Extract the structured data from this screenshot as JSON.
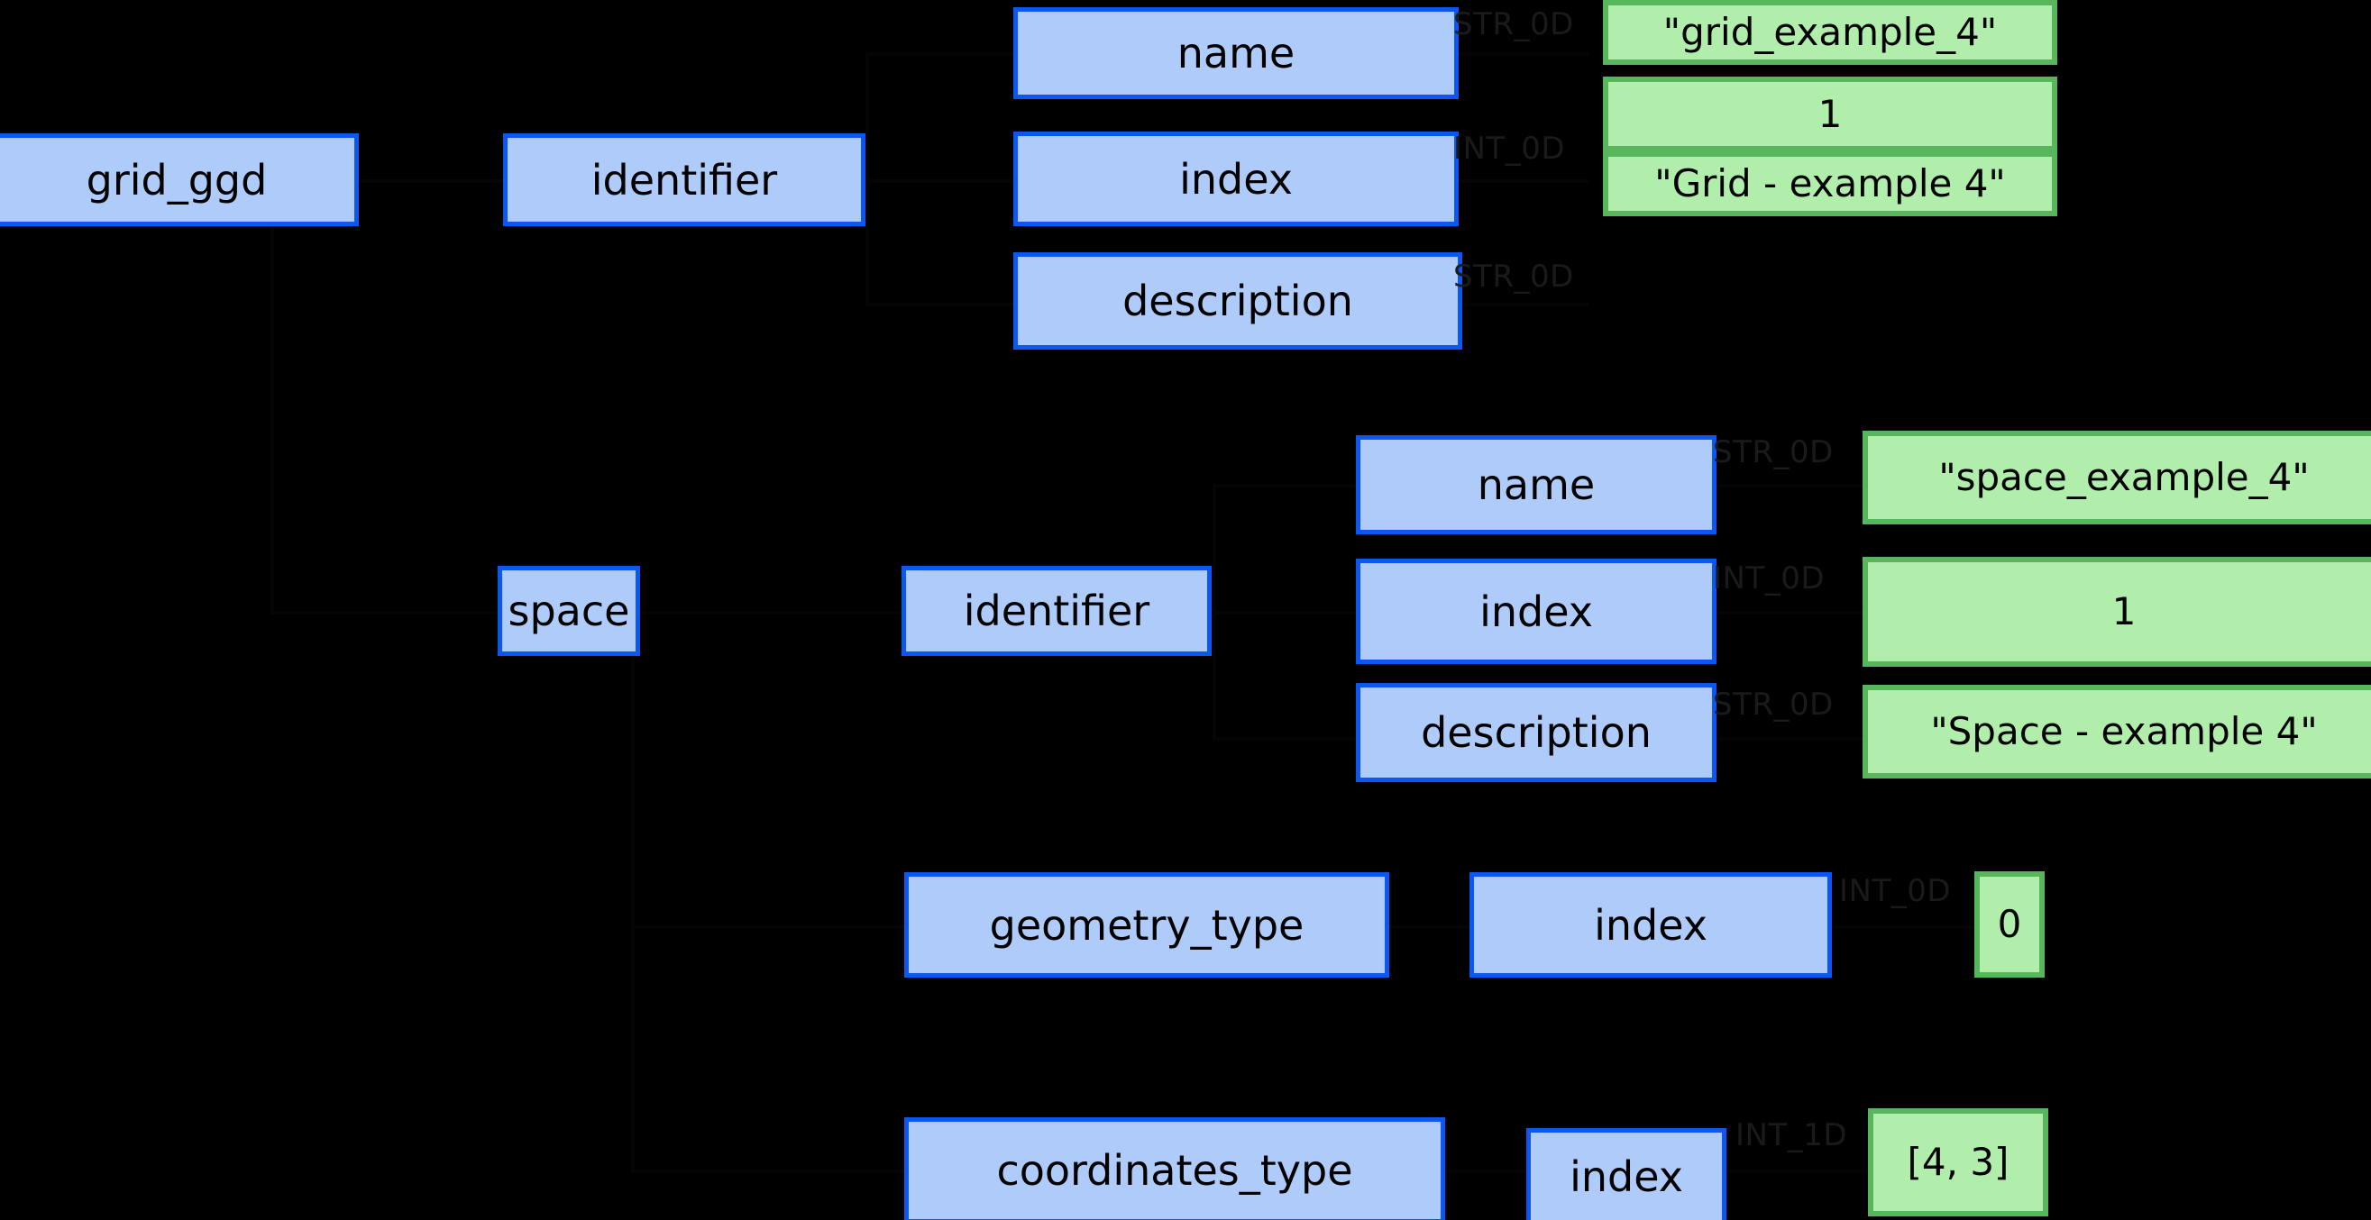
{
  "diagram": {
    "type": "tree",
    "background_color": "#000000",
    "key_node_fill": "#aecbfa",
    "key_node_border": "#0b57f0",
    "value_node_fill": "#b1eeab",
    "value_node_border": "#57b55b",
    "type_label_color": "#1a1a1a",
    "root": "grid_ggd"
  },
  "nodes": {
    "grid_ggd": "grid_ggd",
    "grid_identifier": "identifier",
    "grid_name_key": "name",
    "grid_index_key": "index",
    "grid_description_key": "description",
    "grid_name_value": "\"grid_example_4\"",
    "grid_index_value": "1",
    "grid_description_value": "\"Grid - example 4\"",
    "space": "space",
    "space_identifier": "identifier",
    "space_name_key": "name",
    "space_index_key": "index",
    "space_description_key": "description",
    "space_name_value": "\"space_example_4\"",
    "space_index_value": "1",
    "space_description_value": "\"Space - example 4\"",
    "geometry_type": "geometry_type",
    "geometry_type_index_key": "index",
    "geometry_type_index_value": "0",
    "coordinates_type": "coordinates_type",
    "coordinates_type_index_key": "index",
    "coordinates_type_index_value": "[4, 3]"
  },
  "type_labels": {
    "grid_name": "STR_0D",
    "grid_index": "INT_0D",
    "grid_description": "STR_0D",
    "space_name": "STR_0D",
    "space_index": "INT_0D",
    "space_description": "STR_0D",
    "geometry_type_index": "INT_0D",
    "coordinates_type_index": "INT_1D"
  }
}
